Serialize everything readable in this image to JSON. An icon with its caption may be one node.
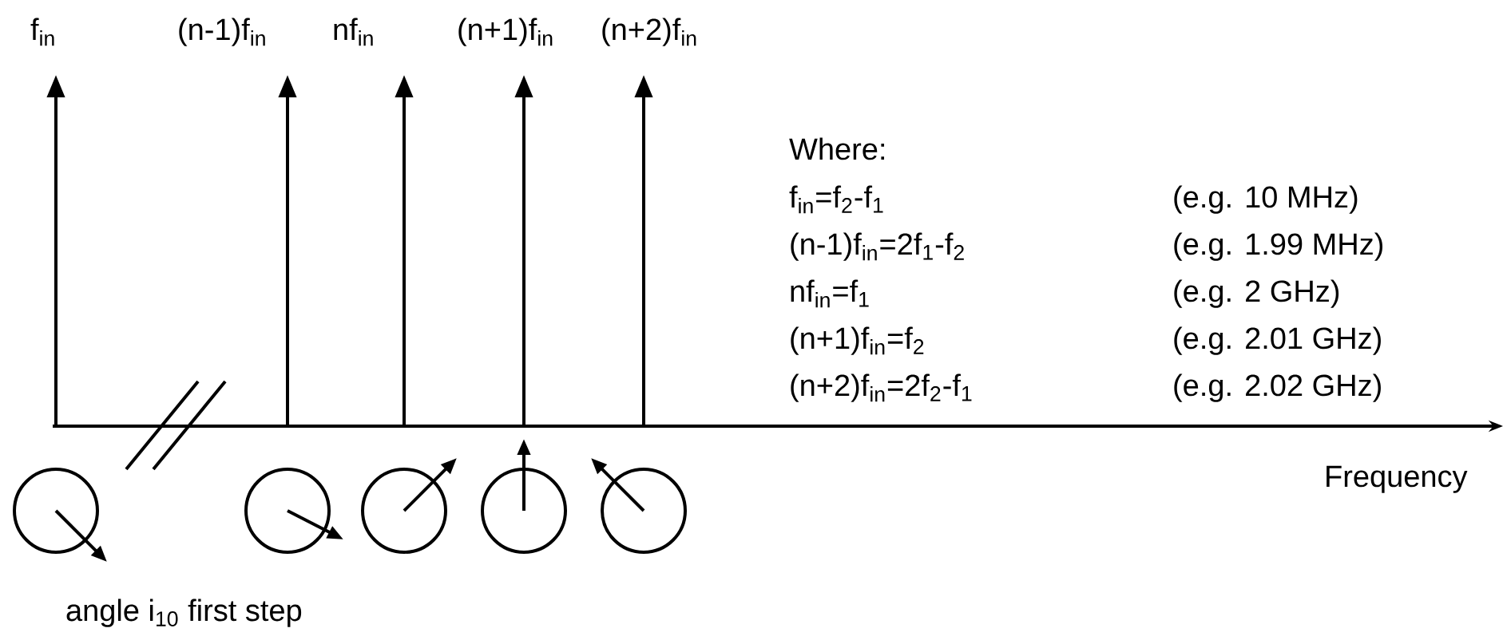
{
  "diagram": {
    "labels": [
      "f$_{in}$",
      "(n-1)f$_{in}$",
      "nf$_{in}$",
      "(n+1)f$_{in}$",
      "(n+2)f$_{in}$",
      "Where:",
      "f$_{in}$=f$_{2}$-f$_{1}$",
      "(e.g. 10 MHz)",
      "(n-1)f$_{in}$=2f$_{1}$-f$_{2}$",
      "(e.g. 1.99 MHz)",
      "nf$_{in}$=f$_{1}$",
      "(e.g. 2 GHz)",
      "(n+1)f$_{in}$=f$_{2}$",
      "(e.g. 2.01 GHz)",
      "(n+2)f$_{in}$=2f$_{2}$-f$_{1}$",
      "(e.g. 2.02 GHz)",
      "Frequency",
      "angle i$_{10}$ first step"
    ]
  }
}
